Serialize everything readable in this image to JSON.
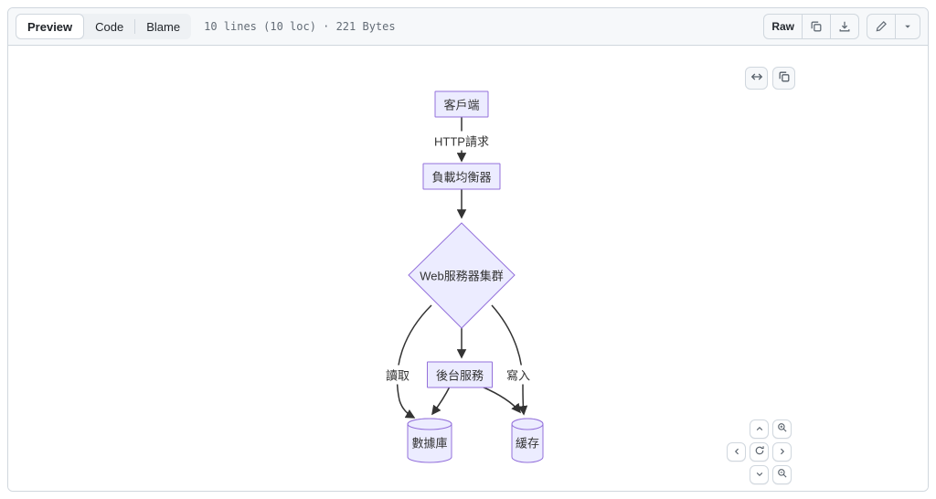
{
  "header": {
    "tabs": [
      {
        "label": "Preview",
        "active": true
      },
      {
        "label": "Code",
        "active": false
      },
      {
        "label": "Blame",
        "active": false
      }
    ],
    "file_info": "10 lines (10 loc) · 221 Bytes",
    "raw_button": "Raw"
  },
  "diagram": {
    "nodes": {
      "client": "客戶端",
      "load_balancer": "負載均衡器",
      "web_cluster": "Web服務器集群",
      "backend_service": "後台服務",
      "database": "數據庫",
      "cache": "緩存"
    },
    "edge_labels": {
      "http_request": "HTTP請求",
      "read": "讀取",
      "write": "寫入"
    },
    "colors": {
      "node_fill": "#ECECFF",
      "node_border": "#9370DB",
      "edge_color": "#333333"
    }
  }
}
